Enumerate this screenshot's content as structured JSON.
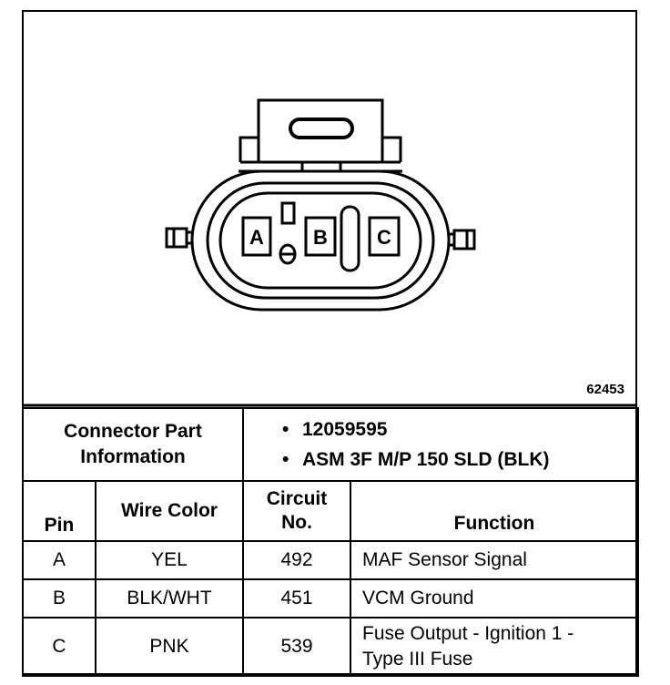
{
  "figure": {
    "id_label": "62453",
    "pin_labels": [
      "A",
      "B",
      "C"
    ]
  },
  "connector_info": {
    "label_line1": "Connector Part",
    "label_line2": "Information",
    "items": [
      "12059595",
      "ASM 3F M/P 150 SLD (BLK)"
    ]
  },
  "table": {
    "headers": {
      "pin": "Pin",
      "wire_color": "Wire Color",
      "circuit_line1": "Circuit",
      "circuit_line2": "No.",
      "function": "Function"
    },
    "rows": [
      {
        "pin": "A",
        "wire_color": "YEL",
        "circuit": "492",
        "function_line1": "MAF Sensor Signal",
        "function_line2": ""
      },
      {
        "pin": "B",
        "wire_color": "BLK/WHT",
        "circuit": "451",
        "function_line1": "VCM Ground",
        "function_line2": ""
      },
      {
        "pin": "C",
        "wire_color": "PNK",
        "circuit": "539",
        "function_line1": "Fuse Output - Ignition 1 -",
        "function_line2": "Type III Fuse"
      }
    ]
  }
}
